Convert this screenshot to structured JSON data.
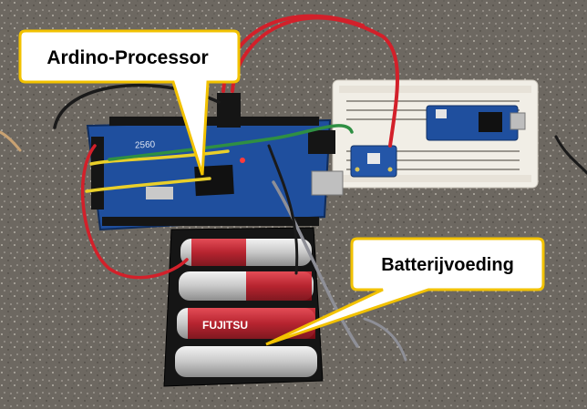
{
  "callouts": {
    "processor": {
      "label": "Ardino-Processor"
    },
    "battery": {
      "label": "Batterijvoeding"
    }
  },
  "board": {
    "model_text": "2560"
  },
  "battery_brand": "FUJITSU",
  "colors": {
    "callout_fill": "#ffffff",
    "callout_border": "#f2c200",
    "board_blue": "#1f4f9e",
    "breadboard": "#f1eee6",
    "wire_red": "#d3202a",
    "wire_yellow": "#e9cf2a",
    "wire_green": "#2f8f43",
    "wire_black": "#1a1a1a",
    "wire_gray": "#8e8f97",
    "battery_red": "#c8182c",
    "battery_silver": "#cfcfcf"
  }
}
